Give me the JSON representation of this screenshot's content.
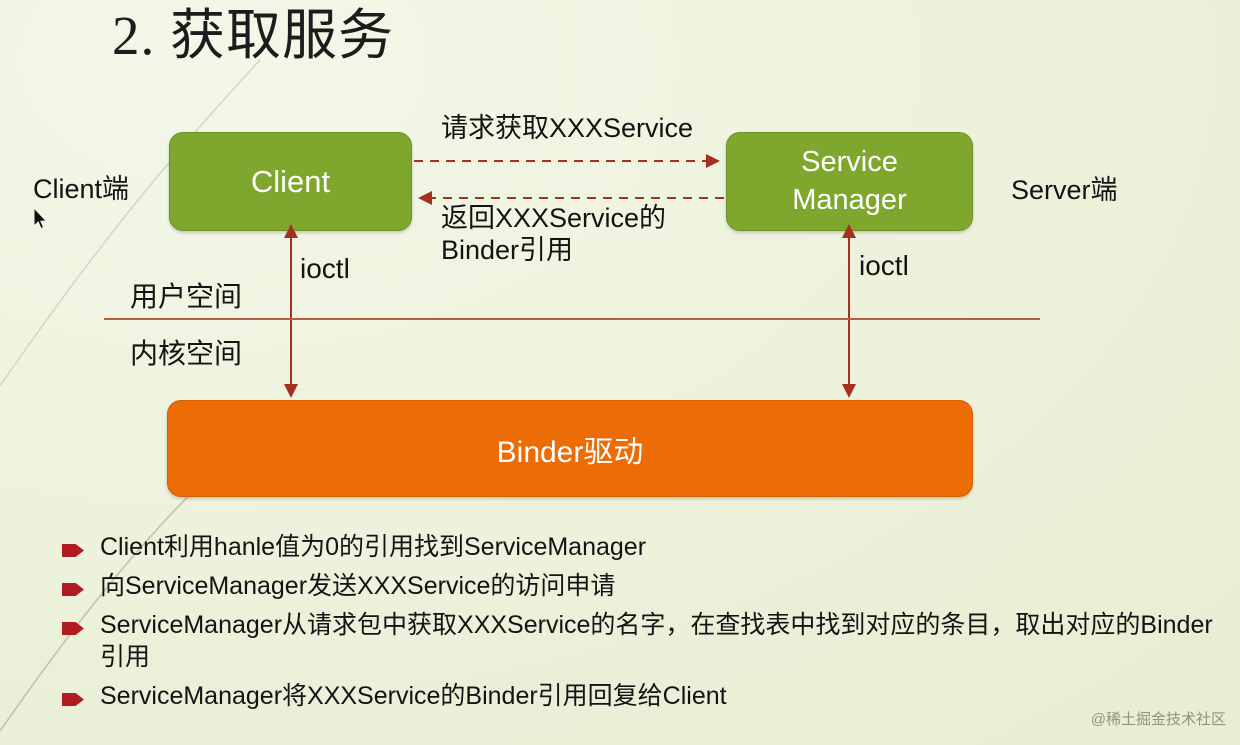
{
  "slide": {
    "title": "2. 获取服务",
    "colors": {
      "background": "#eef3de",
      "node_green": "#7fa72e",
      "node_orange": "#ec6c05",
      "arrow_red": "#a83232",
      "divider": "#b4603f",
      "bullet_marker": "#b01c22"
    }
  },
  "diagram": {
    "nodes": {
      "client": "Client",
      "service_manager": "Service\nManager",
      "binder_driver": "Binder驱动"
    },
    "side_labels": {
      "client_side": "Client端",
      "server_side": "Server端",
      "user_space": "用户空间",
      "kernel_space": "内核空间"
    },
    "ioctl_left": "ioctl",
    "ioctl_right": "ioctl",
    "messages": {
      "request": "请求获取XXXService",
      "reply": "返回XXXService的\nBinder引用"
    }
  },
  "bullets": [
    "Client利用hanle值为0的引用找到ServiceManager",
    "向ServiceManager发送XXXService的访问申请",
    "ServiceManager从请求包中获取XXXService的名字，在查找表中找到对应的条目，取出对应的Binder引用",
    "ServiceManager将XXXService的Binder引用回复给Client"
  ],
  "watermark": "@稀土掘金技术社区"
}
